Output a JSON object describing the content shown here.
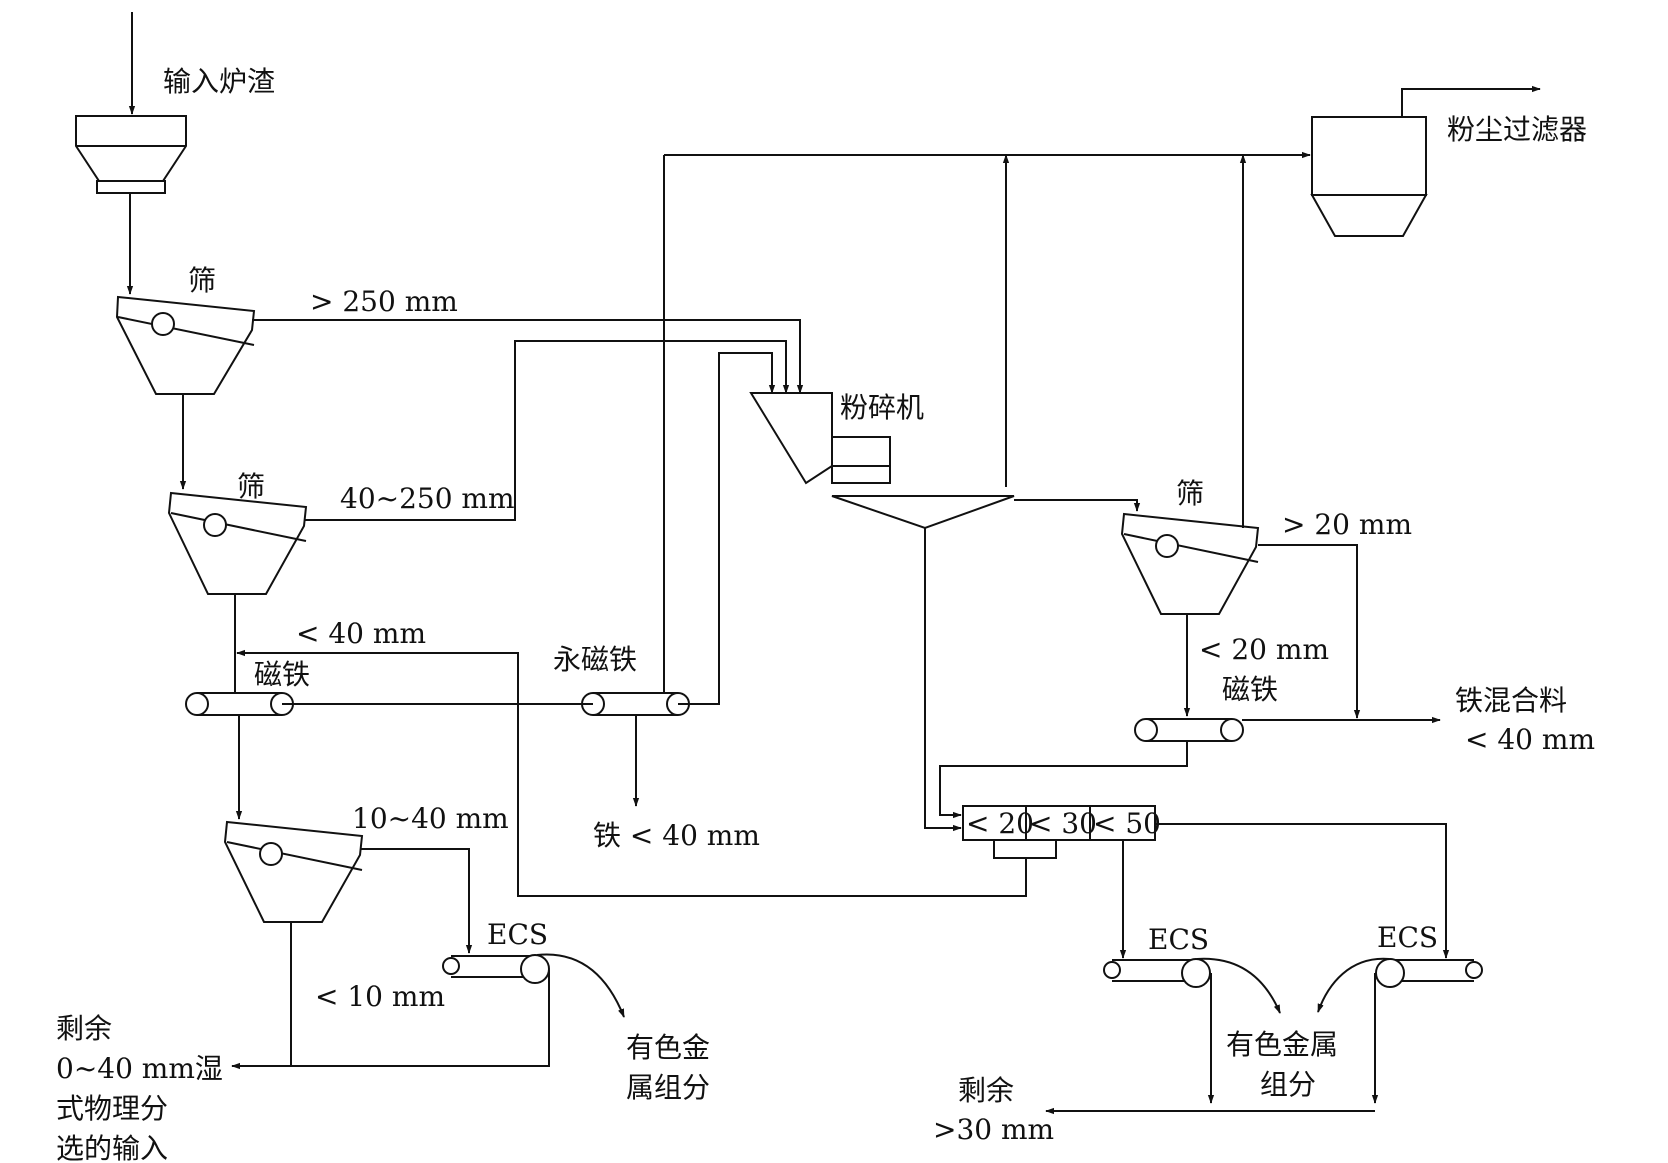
{
  "labels": {
    "input_slag": "输入炉渣",
    "dust_filter": "粉尘过滤器",
    "screen_1": "筛",
    "gt_250": "> 250 mm",
    "screen_2": "筛",
    "range_40_250": "40~250 mm",
    "crusher": "粉碎机",
    "screen_3": "筛",
    "gt_20": "> 20 mm",
    "lt_40_return": "< 40 mm",
    "magnet_1": "磁铁",
    "permanent_magnet": "永磁铁",
    "lt_20": "< 20 mm",
    "magnet_2": "磁铁",
    "iron_mix_1": "铁混合料",
    "iron_mix_2": "< 40 mm",
    "iron_lt_40": "铁 < 40 mm",
    "range_10_40": "10~40 mm",
    "bin_lt_20": "< 20",
    "bin_lt_30": "< 30",
    "bin_lt_50": "< 50",
    "ecs_1": "ECS",
    "ecs_2": "ECS",
    "ecs_3": "ECS",
    "lt_10": "< 10 mm",
    "nonferrous_1a": "有色金",
    "nonferrous_1b": "属组分",
    "nonferrous_2a": "有色金属",
    "nonferrous_2b": "组分",
    "remain_1a": "剩余",
    "remain_1b": "0~40 mm湿",
    "remain_1c": "式物理分",
    "remain_1d": "选的输入",
    "remain_2a": "剩余",
    "remain_2b": ">30 mm"
  }
}
